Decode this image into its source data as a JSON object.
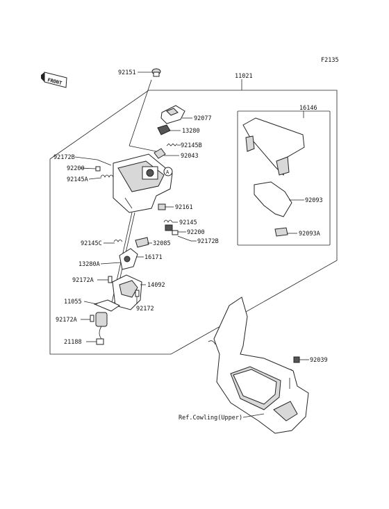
{
  "figure_code": "F2135",
  "front_label": "FRONT",
  "callout_ref": "A",
  "labels": {
    "p92151": "92151",
    "p11021": "11021",
    "p92077": "92077",
    "p13280": "13280",
    "p92145B": "92145B",
    "p92043": "92043",
    "p16146": "16146",
    "p92172B_top": "92172B",
    "p92200_top": "92200",
    "p92145A": "92145A",
    "p92161": "92161",
    "p92145": "92145",
    "p92200_bot": "92200",
    "p92172B_bot": "92172B",
    "p92093": "92093",
    "p92093A": "92093A",
    "p92145C": "92145C",
    "p32085": "32085",
    "p16171": "16171",
    "p13280A": "13280A",
    "p92172A_top": "92172A",
    "p14092": "14092",
    "p11055": "11055",
    "p92172": "92172",
    "p92172A_bot": "92172A",
    "p21188": "21188",
    "p92039": "92039",
    "ref_cowling": "Ref.Cowling(Upper)"
  }
}
